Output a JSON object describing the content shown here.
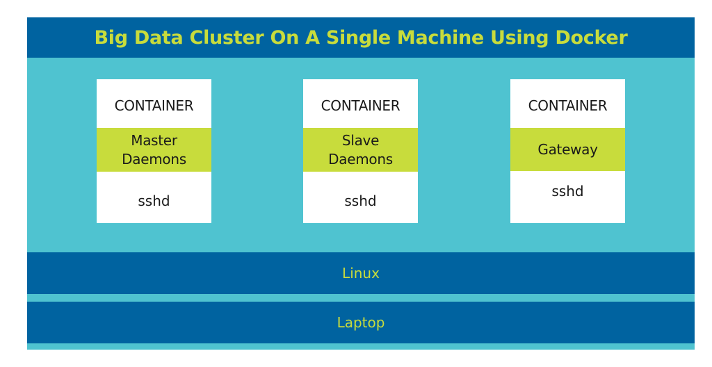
{
  "title": "Big Data Cluster On A Single Machine Using Docker",
  "containers": [
    {
      "header": "CONTAINER",
      "role": "Master\nDaemons",
      "service": "sshd"
    },
    {
      "header": "CONTAINER",
      "role": "Slave\nDaemons",
      "service": "sshd"
    },
    {
      "header": "CONTAINER",
      "role": "Gateway",
      "service": "sshd"
    }
  ],
  "layers": {
    "os": "Linux",
    "host": "Laptop"
  },
  "colors": {
    "dark_blue": "#0063a0",
    "cyan": "#4fc3d0",
    "lime": "#c8dc3c",
    "white": "#ffffff"
  }
}
